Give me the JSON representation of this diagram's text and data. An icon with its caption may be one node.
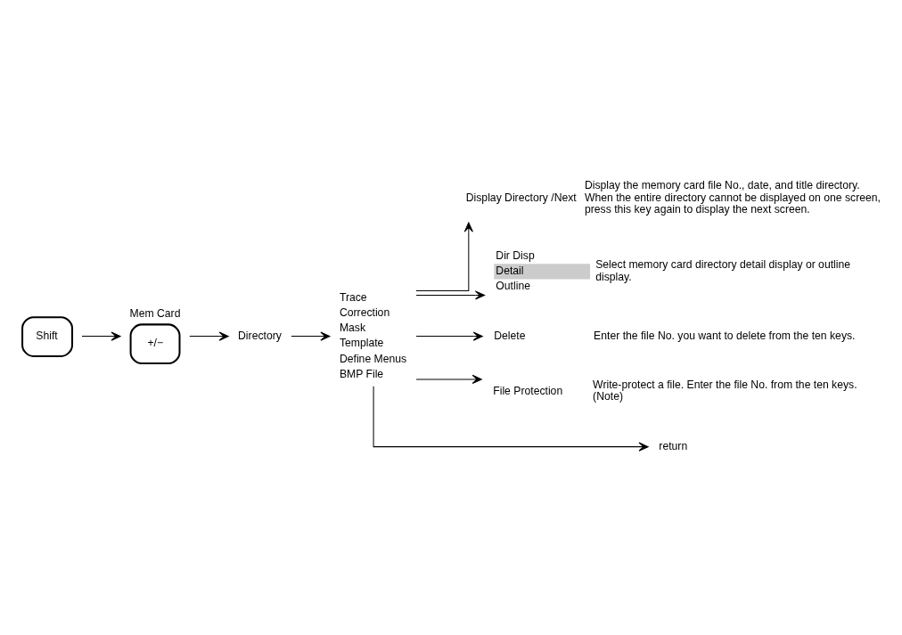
{
  "diagram": {
    "nodes": [
      {
        "text": [
          "Shift"
        ]
      },
      {
        "text": [
          "Mem Card",
          "+/−"
        ]
      },
      {
        "text": [
          "Directory"
        ]
      },
      {
        "text": [
          "Trace",
          "Correction",
          "Mask",
          "Template",
          "Define Menus",
          "BMP File"
        ]
      },
      {
        "text": [
          "Display Directory /Next"
        ],
        "beside": [
          "Display the memory card file No., date, and title directory. When the entire directory cannot be displayed on one screen, press this key again to display the next screen."
        ]
      },
      {
        "text": [
          "Dir Disp",
          "Detail",
          "Outline"
        ],
        "beside": [
          "Select memory card directory detail display or outline display."
        ]
      },
      {
        "text": [
          "Delete"
        ],
        "beside": [
          "Enter the file No. you want to delete from the ten keys."
        ]
      },
      {
        "text": [
          "File Protection"
        ],
        "beside": [
          "Write-protect a file. Enter the file No. from the ten keys. (Note)"
        ]
      },
      {
        "text": [
          "return"
        ]
      }
    ],
    "edges": [
      {
        "from": 0,
        "to": 1,
        "arrow": "to"
      },
      {
        "from": 1,
        "to": 2,
        "arrow": "to"
      },
      {
        "from": 2,
        "to": 3,
        "arrow": "to"
      },
      {
        "from": 3,
        "to": 4,
        "arrow": "to"
      },
      {
        "from": 3,
        "to": 5,
        "arrow": "to"
      },
      {
        "from": 3,
        "to": 6,
        "arrow": "to"
      },
      {
        "from": 3,
        "to": 7,
        "arrow": "to"
      },
      {
        "from": 3,
        "to": 8,
        "arrow": "to"
      }
    ]
  }
}
